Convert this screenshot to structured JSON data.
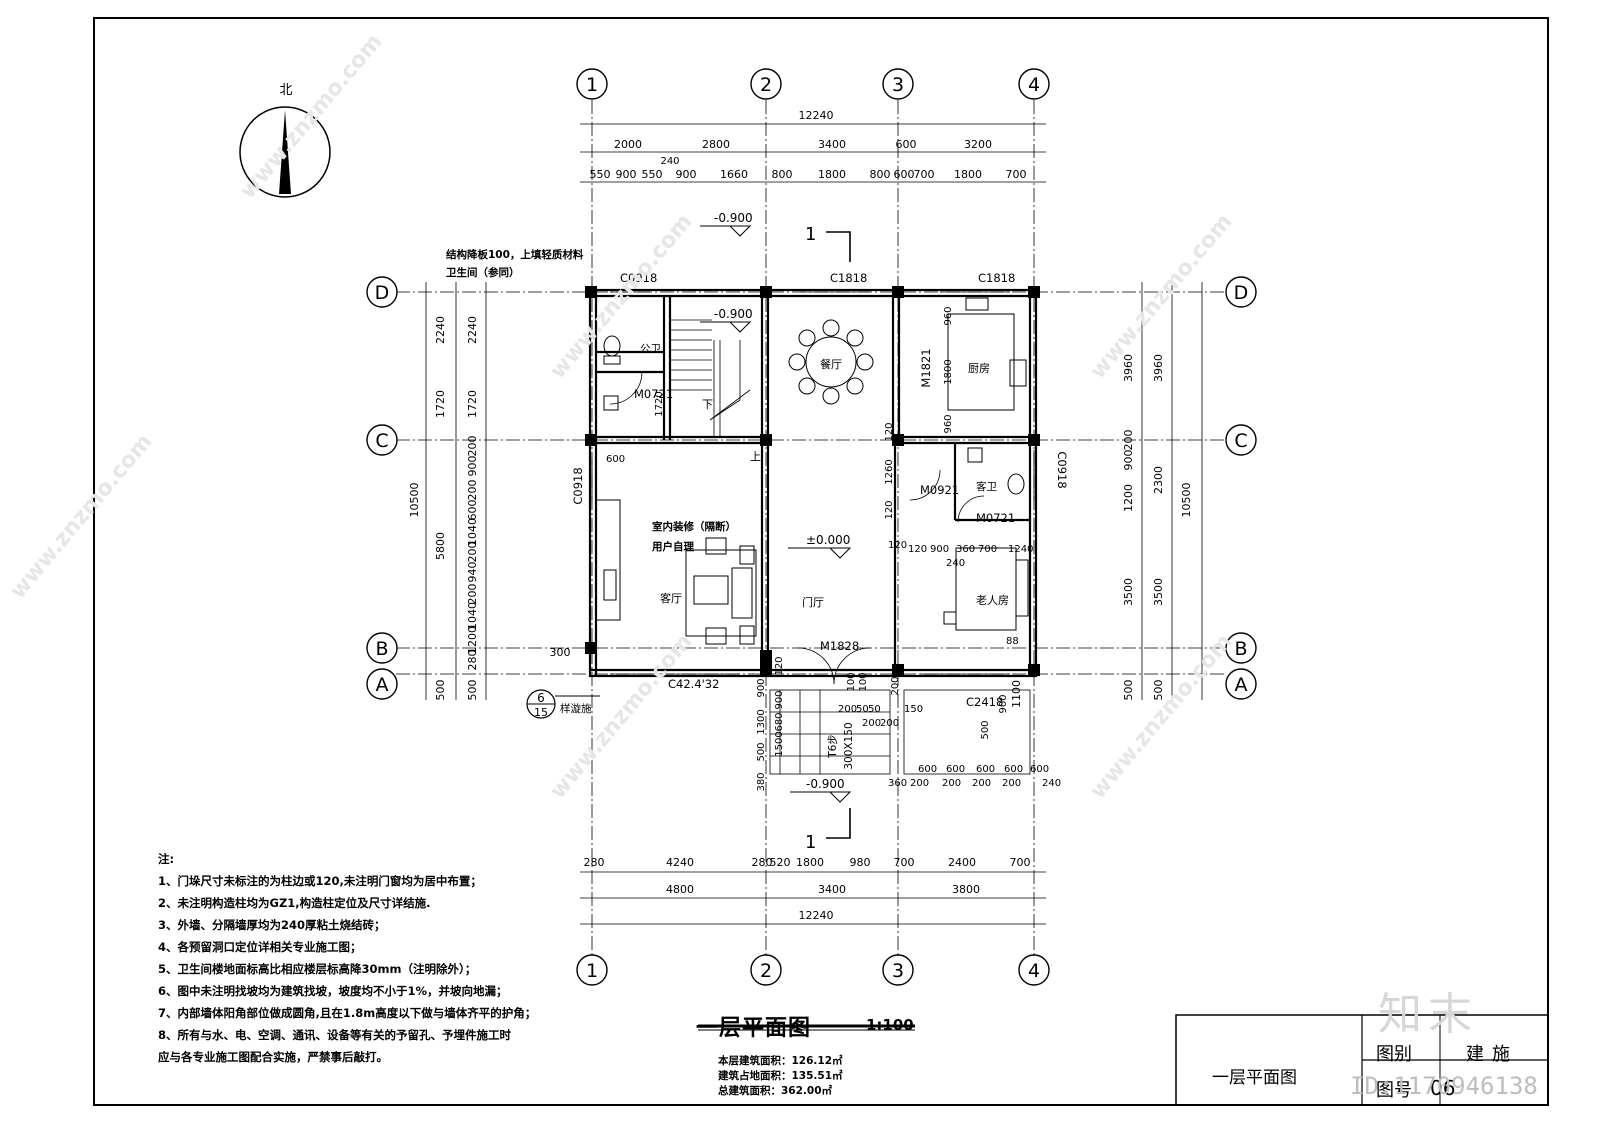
{
  "compass": {
    "label": "北"
  },
  "axes": {
    "numbers": [
      "1",
      "2",
      "3",
      "4"
    ],
    "letters_left": [
      "D",
      "C",
      "B",
      "A"
    ],
    "letters_right": [
      "D",
      "C",
      "B",
      "A"
    ]
  },
  "dims_top": {
    "total": "12240",
    "row1": [
      "2000",
      "2800",
      "3400",
      "600",
      "3200"
    ],
    "row1_extra": "240",
    "row2": [
      "550",
      "900",
      "550",
      "900",
      "1660",
      "800",
      "1800",
      "800",
      "600",
      "700",
      "1800",
      "700"
    ]
  },
  "dims_bottom": {
    "row1": [
      "280",
      "4240",
      "280",
      "520",
      "1800",
      "980",
      "700",
      "2400",
      "700"
    ],
    "row2": [
      "4800",
      "3400",
      "3800"
    ],
    "total": "12240"
  },
  "dims_left": {
    "outer": [
      "2240",
      "1720",
      "10500",
      "5800",
      "500"
    ],
    "inner": [
      "2240",
      "1720",
      "200",
      "900",
      "200",
      "600",
      "1040",
      "200",
      "940",
      "200",
      "1040",
      "1200",
      "280",
      "500"
    ],
    "misc": [
      "300"
    ]
  },
  "dims_right": {
    "outer": [
      "3960",
      "10500",
      "500"
    ],
    "inner": [
      "3960",
      "900",
      "200",
      "1200",
      "2300",
      "3500",
      "3500",
      "500",
      "1100"
    ]
  },
  "labels": {
    "structure_note": "结构降板100，上填轻质材料",
    "wc_same": "卫生间（参同）",
    "wc_public": "公卫",
    "wc_guest": "客卫",
    "dining": "餐厅",
    "kitchen": "厨房",
    "living": "客厅",
    "foyer": "门厅",
    "elder_room": "老人房",
    "decoration": "室内装修（隔断）",
    "user_self": "用户自理",
    "down": "下",
    "up": "上",
    "steps": "T6步",
    "step_size": "300X150",
    "hatch": "样漩施",
    "section_mark": "1"
  },
  "elevations": [
    "-0.900",
    "-0.900",
    "±0.000",
    "-0.900"
  ],
  "openings": [
    "C0918",
    "C1818",
    "C1818",
    "C0918",
    "C0918",
    "M0721",
    "M1821",
    "M0921",
    "M0721",
    "M1828",
    "C2418",
    "C42.4'32"
  ],
  "misc_dims": [
    "960",
    "1800",
    "960",
    "1720",
    "600",
    "1260",
    "120",
    "120",
    "900",
    "360",
    "700",
    "1240",
    "240",
    "120",
    "120",
    "900",
    "900",
    "680",
    "1300",
    "1500",
    "500",
    "380",
    "200",
    "50",
    "50",
    "150",
    "200",
    "200",
    "360",
    "200",
    "200",
    "200",
    "200",
    "600",
    "600",
    "600",
    "600",
    "600",
    "240",
    "500",
    "900",
    "100",
    "100",
    "120",
    "200",
    "88"
  ],
  "detail_ref": {
    "top": "6",
    "bottom": "15"
  },
  "notes": [
    "注:",
    "1、门垛尺寸未标注的为柱边或120,未注明门窗均为居中布置；",
    "2、未注明构造柱均为GZ1,构造柱定位及尺寸详结施.",
    "3、外墙、分隔墙厚均为240厚粘土烧结砖；",
    "4、各预留洞口定位详相关专业施工图；",
    "5、卫生间楼地面标高比相应楼层标高降30mm（注明除外）；",
    "6、图中未注明找坡均为建筑找坡，坡度均不小于1%，并坡向地漏；",
    "7、内部墙体阳角部位做成圆角,且在1.8m高度以下做与墙体齐平的护角；",
    "8、所有与水、电、空调、通讯、设备等有关的予留孔、予埋件施工时",
    "   应与各专业施工图配合实施，严禁事后敲打。"
  ],
  "title": {
    "main": "一层平面图",
    "scale": "1:100"
  },
  "areas": [
    "本层建筑面积：126.12㎡",
    "建筑占地面积：135.51㎡",
    "总建筑面积：362.00㎡"
  ],
  "titleblock": {
    "drawing_name": "一层平面图",
    "label1": "图别",
    "value1": "建施",
    "label2": "图号",
    "value2": "06"
  },
  "watermark": {
    "logo": "知末",
    "id": "ID:1170946138",
    "site": "www.znzmo.com"
  }
}
